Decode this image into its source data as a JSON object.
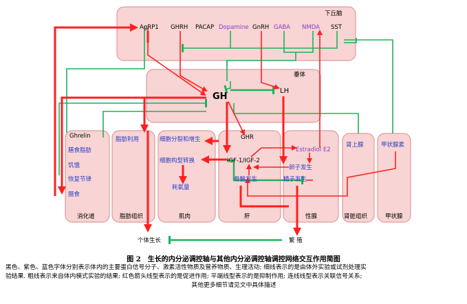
{
  "figure": {
    "caption_title": "图 2　生长的内分泌调控轴与其他内分泌调控轴调控网络交互作用简图",
    "caption_line1": "黑色、紫色、蓝色字体分别表示体内的主要蛋白信号分子、激素活性物质及营养物质、生理活动; 细线表示的是由体外实验或试剂处理实",
    "caption_line2": "验结果. 粗线表示来自体内模式实验的结果; 红色箭头线型表示的是促进作用; 平端线型表示的是抑制作用; 连线线型表示关联信号关系;",
    "caption_line3": "其他更多细节请见文中具体描述"
  },
  "regions": {
    "hypothalamus": "下丘脑",
    "pituitary": "垂体",
    "digestive": "消化道",
    "adipose": "脂肪组织",
    "muscle": "肌肉",
    "liver": "肝",
    "gonad": "性腺",
    "adrenal": "肾上腺",
    "adrenal_tissue": "肾脏组织",
    "thyroid_box": "甲状腺素",
    "thyroid": "甲状腺"
  },
  "nodes": {
    "agrp1": "AgRP1",
    "ghrh": "GHRH",
    "pacap": "PACAP",
    "dopamine": "Dopamine",
    "gnrh": "GnRH",
    "gaba": "GABA",
    "nmda": "NMDA",
    "sst": "SST",
    "gh": "GH",
    "lh": "LH",
    "ghrelin": "Ghrelin",
    "fat_loss": "膳食脂肪",
    "hunger": "饥饿",
    "recover": "恢复节律",
    "feeding": "摄食",
    "fat_use": "脂肪利用",
    "cell_prolif": "细胞分裂和增生",
    "cell_convert": "细胞构型转换",
    "energy": "耗氧量",
    "ghr": "GHR",
    "igf": "IGF-1/IGF-2",
    "liver_dev": "骨骼发生",
    "estradiol": "Estradiol E2",
    "ovary_dev": "卵子发生",
    "sperm_dev": "精子发生",
    "growth": "个体生长",
    "reproduction": "繁 殖"
  },
  "colors": {
    "box_fill": "#f8d4d4",
    "box_stroke": "#d98a8a",
    "promote": "#ff1f1f",
    "inhibit": "#19b35a",
    "hormone_text": "#8a3cc8",
    "activity_text": "#2c3fc8"
  }
}
